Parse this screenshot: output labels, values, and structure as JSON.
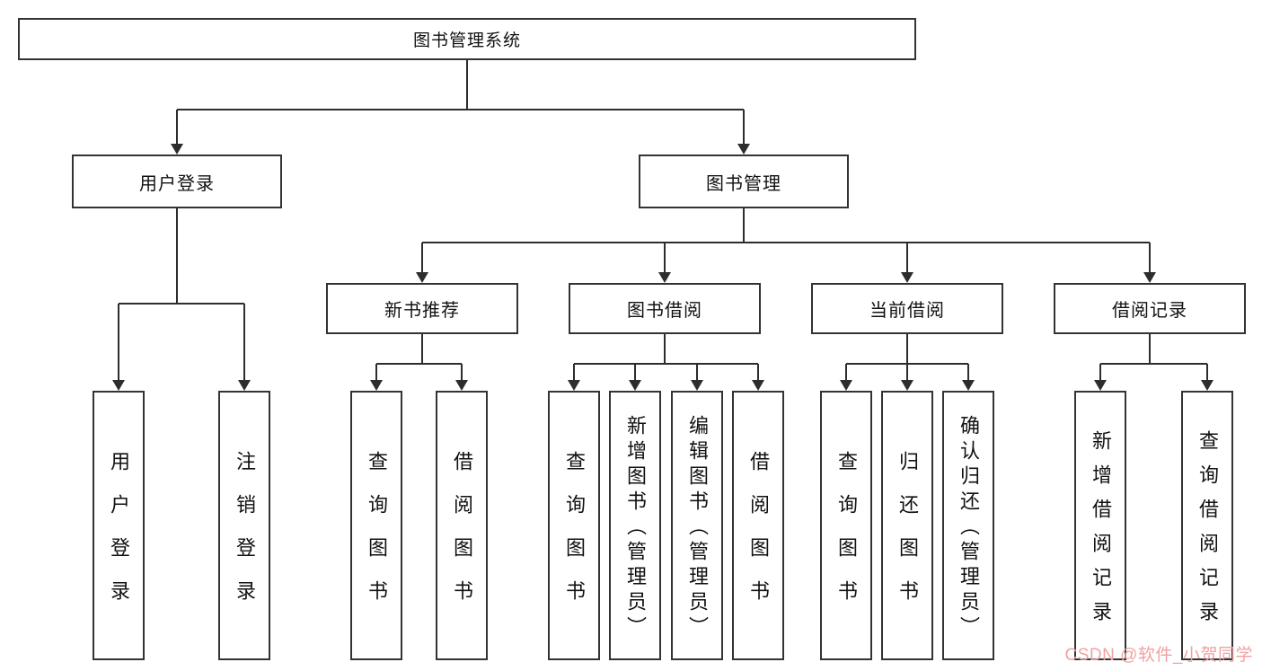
{
  "diagram": {
    "root": "图书管理系统",
    "level2": {
      "user_login": "用户登录",
      "book_mgmt": "图书管理"
    },
    "level3": {
      "new_book": "新书推荐",
      "book_borrow": "图书借阅",
      "current_borrow": "当前借阅",
      "borrow_records": "借阅记录"
    },
    "leaves": {
      "user_login": [
        "用户登录",
        "注销登录"
      ],
      "new_book": [
        "查询图书",
        "借阅图书"
      ],
      "book_borrow": [
        "查询图书",
        "新增图书（管理员）",
        "编辑图书（管理员）",
        "借阅图书"
      ],
      "current_borrow": [
        "查询图书",
        "归还图书",
        "确认归还（管理员）"
      ],
      "borrow_records": [
        "新增借阅记录",
        "查询借阅记录"
      ]
    },
    "colors": {
      "line": "#2d2d2d",
      "border": "#333333",
      "watermark": "#f0a2a2"
    }
  },
  "watermark": "CSDN @软件_小贺同学"
}
